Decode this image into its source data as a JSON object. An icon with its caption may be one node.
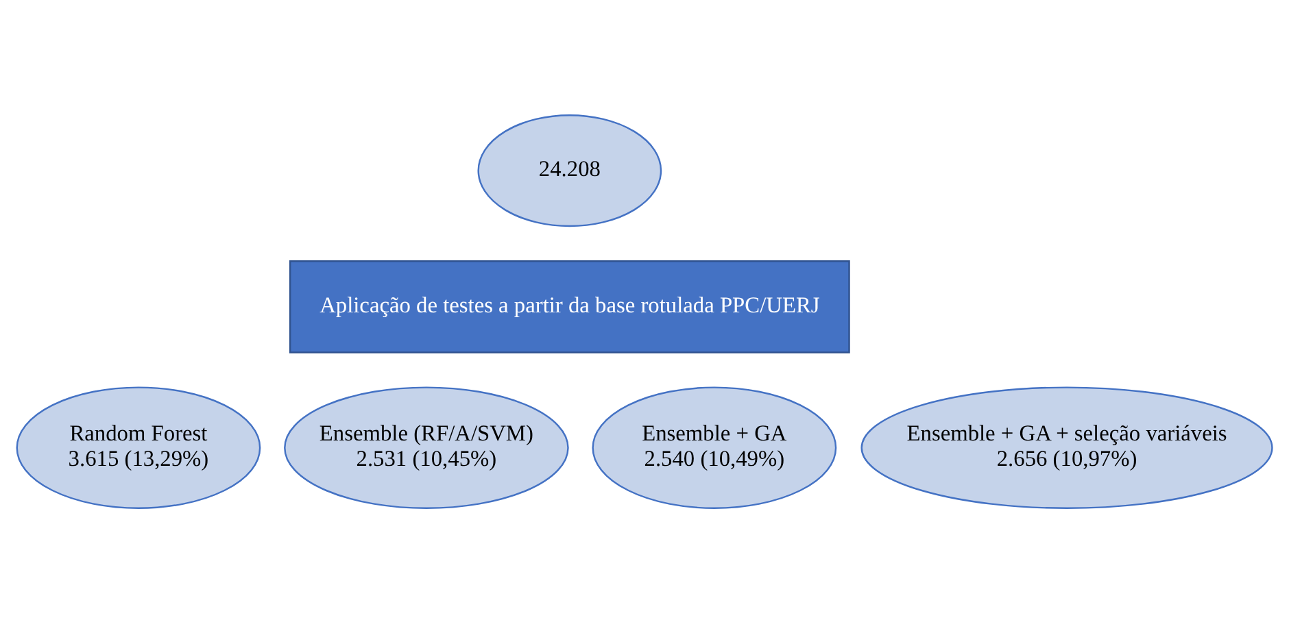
{
  "diagram": {
    "nodes": [
      {
        "text": [
          "24.208"
        ]
      },
      {
        "text": [
          "Aplicação de testes a partir da base rotulada PPC/UERJ"
        ]
      },
      {
        "text": [
          "Random Forest",
          "3.615 (13,29%)"
        ]
      },
      {
        "text": [
          "Ensemble (RF/A/SVM)",
          "2.531 (10,45%)"
        ]
      },
      {
        "text": [
          "Ensemble + GA",
          "2.540 (10,49%)"
        ]
      },
      {
        "text": [
          "Ensemble + GA + seleção variáveis",
          "2.656 (10,97%)"
        ]
      }
    ]
  }
}
